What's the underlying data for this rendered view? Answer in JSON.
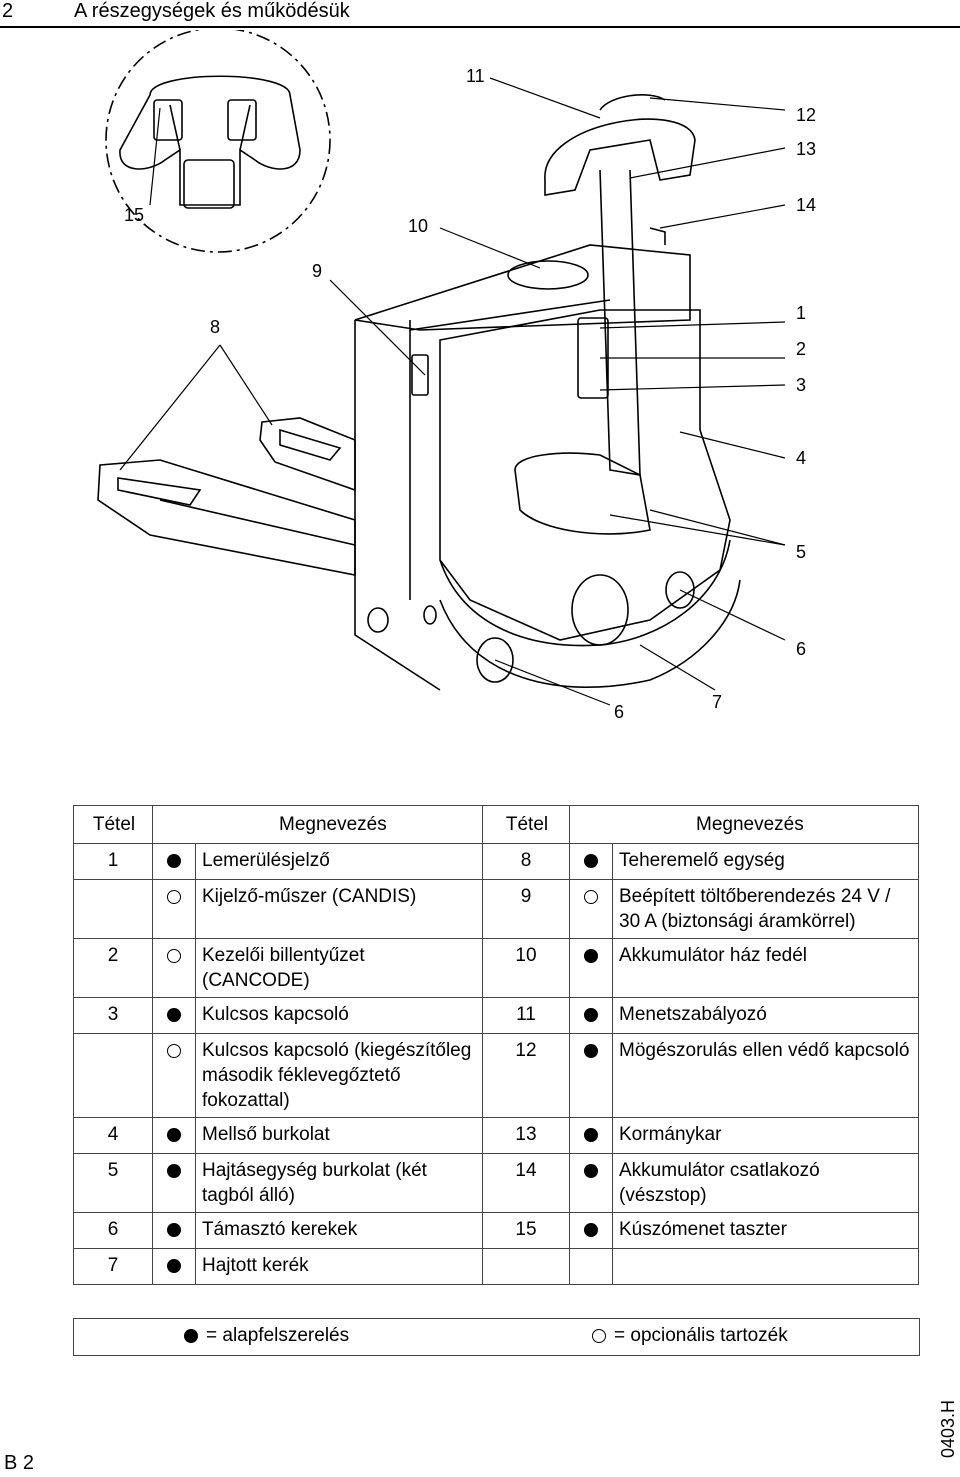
{
  "header": {
    "section_number": "2",
    "title": "A részegységek és működésük"
  },
  "callouts": {
    "c11": "11",
    "c12": "12",
    "c13": "13",
    "c14": "14",
    "c15": "15",
    "c10": "10",
    "c9": "9",
    "c8": "8",
    "c1": "1",
    "c2": "2",
    "c3": "3",
    "c4": "4",
    "c5": "5",
    "c6a": "6",
    "c6b": "6",
    "c7": "7"
  },
  "table": {
    "headers": {
      "item1": "Tétel",
      "name1": "Megnevezés",
      "item2": "Tétel",
      "name2": "Megnevezés"
    },
    "rows": [
      {
        "n1": "1",
        "m1": "dot",
        "t1": "Lemerülésjelző",
        "n2": "8",
        "m2": "dot",
        "t2": "Teheremelő egység"
      },
      {
        "n1": "",
        "m1": "ring",
        "t1": "Kijelző-műszer (CANDIS)",
        "n2": "9",
        "m2": "ring",
        "t2": "Beépített töltőberendezés 24 V / 30 A (biztonsági áramkörrel)"
      },
      {
        "n1": "2",
        "m1": "ring",
        "t1": "Kezelői billentyűzet (CANCODE)",
        "n2": "10",
        "m2": "dot",
        "t2": "Akkumulátor ház fedél"
      },
      {
        "n1": "3",
        "m1": "dot",
        "t1": "Kulcsos kapcsoló",
        "n2": "11",
        "m2": "dot",
        "t2": "Menetszabályozó"
      },
      {
        "n1": "",
        "m1": "ring",
        "t1": "Kulcsos kapcsoló (kiegészítőleg második féklevegőztető fokozattal)",
        "n2": "12",
        "m2": "dot",
        "t2": "Mögészorulás ellen védő kapcsoló"
      },
      {
        "n1": "4",
        "m1": "dot",
        "t1": "Mellső burkolat",
        "n2": "13",
        "m2": "dot",
        "t2": "Kormánykar"
      },
      {
        "n1": "5",
        "m1": "dot",
        "t1": "Hajtásegység burkolat (két tagból álló)",
        "n2": "14",
        "m2": "dot",
        "t2": "Akkumulátor csatlakozó (vészstop)"
      },
      {
        "n1": "6",
        "m1": "dot",
        "t1": "Támasztó kerekek",
        "n2": "15",
        "m2": "dot",
        "t2": "Kúszómenet taszter"
      },
      {
        "n1": "7",
        "m1": "dot",
        "t1": "Hajtott kerék",
        "n2": "",
        "m2": "",
        "t2": ""
      }
    ]
  },
  "legend": {
    "standard": "= alapfelszerelés",
    "optional": "= opcionális tartozék"
  },
  "footer": {
    "page": "B 2",
    "code": "0403.H"
  }
}
